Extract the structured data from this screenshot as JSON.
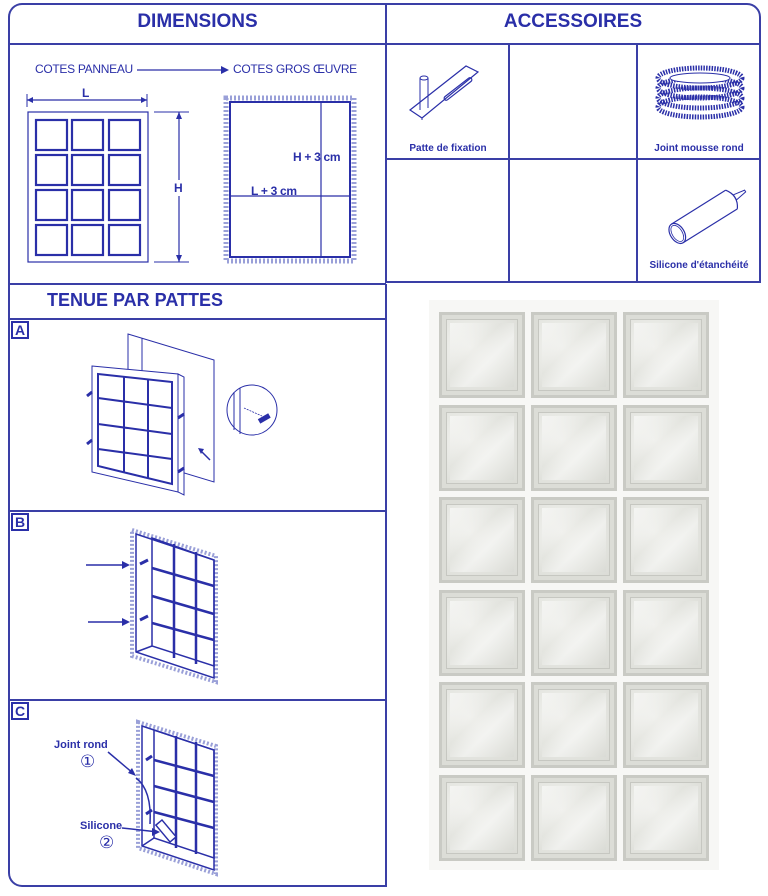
{
  "dimensions": {
    "title": "DIMENSIONS",
    "panel_label": "COTES PANNEAU",
    "opening_label": "COTES GROS ŒUVRE",
    "width_symbol": "L",
    "height_symbol": "H",
    "opening_height": "H + 3 cm",
    "opening_width": "L + 3 cm"
  },
  "accessories": {
    "title": "ACCESSOIRES",
    "items": [
      {
        "label": "Patte de fixation",
        "icon": "mounting-bracket-icon"
      },
      {
        "label": "",
        "icon": ""
      },
      {
        "label": "Joint mousse rond",
        "icon": "foam-seal-coil-icon"
      },
      {
        "label": "",
        "icon": ""
      },
      {
        "label": "",
        "icon": ""
      },
      {
        "label": "Silicone d'étanchéité",
        "icon": "silicone-tube-icon"
      }
    ]
  },
  "installation": {
    "title": "TENUE PAR PATTES",
    "steps": [
      {
        "letter": "A"
      },
      {
        "letter": "B"
      },
      {
        "letter": "C",
        "callouts": [
          {
            "label": "Joint rond",
            "number": "①"
          },
          {
            "label": "Silicone",
            "number": "②"
          }
        ]
      }
    ]
  },
  "photo": {
    "rows": 6,
    "cols": 3,
    "tile_color": "#e6e7e2"
  },
  "colors": {
    "ink": "#2a2fa8",
    "rule": "#3a3fa6",
    "paper": "#ffffff"
  }
}
